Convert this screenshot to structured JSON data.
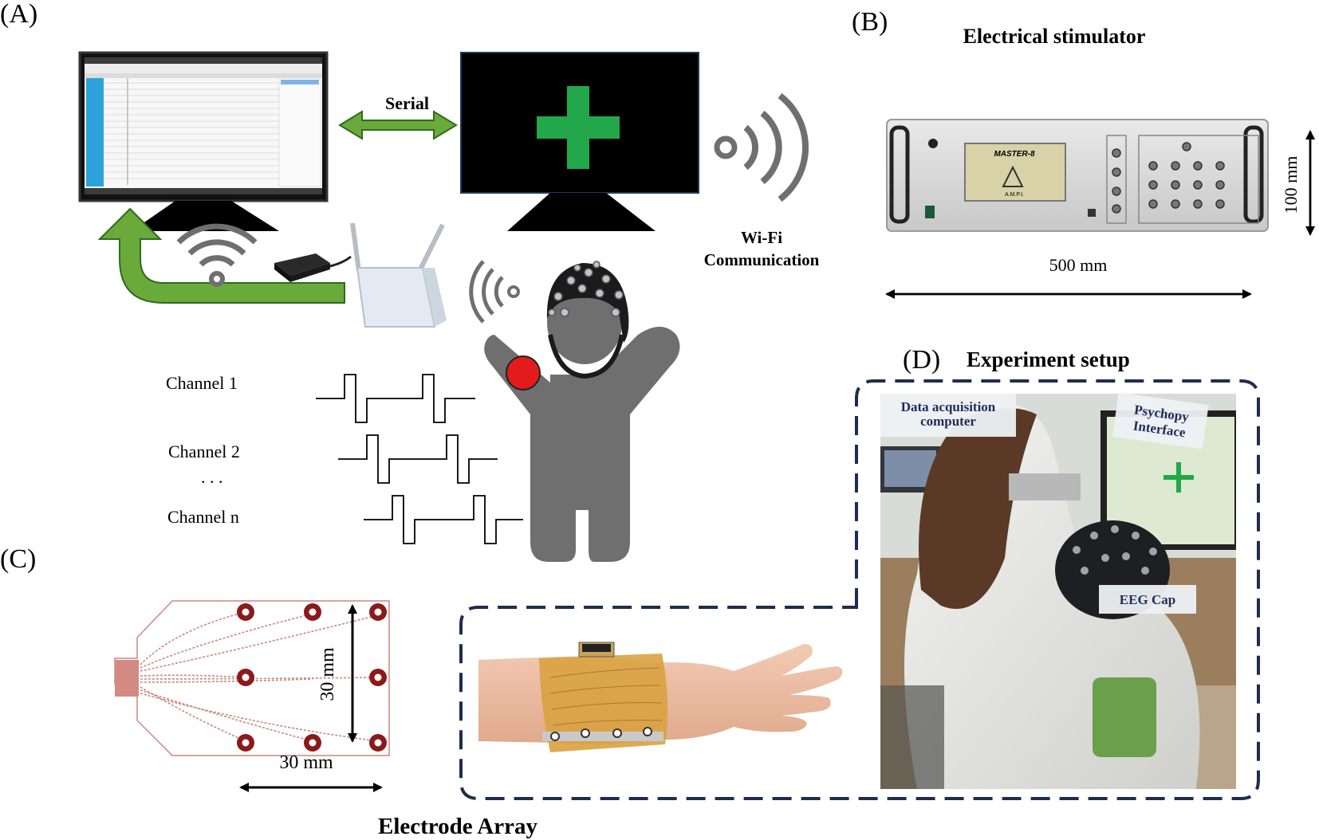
{
  "panels": {
    "a": "(A)",
    "b": "(B)",
    "c": "(C)",
    "d": "(D)"
  },
  "panel_a": {
    "serial_label": "Serial",
    "wifi_line1": "Wi-Fi",
    "wifi_line2": "Communication",
    "channels": [
      "Channel 1",
      "Channel 2",
      "Channel n"
    ],
    "ellipsis": ". . ."
  },
  "panel_b": {
    "title": "Electrical stimulator",
    "device_label": "MASTER-8",
    "device_sublabel": "A.M.P.I.",
    "width_label": "500 mm",
    "height_label": "100 mm"
  },
  "panel_c": {
    "width_label": "30 mm",
    "height_label": "30 mm",
    "caption": "Electrode Array"
  },
  "panel_d": {
    "title": "Experiment setup",
    "label_daq_line1": "Data acquisition",
    "label_daq_line2": "computer",
    "label_psy_line1": "Psychopy",
    "label_psy_line2": "Interface",
    "label_eeg": "EEG Cap"
  },
  "colors": {
    "green_arrow": "#6aaa3a",
    "fixation_cross": "#22a84a",
    "dashed_border": "#1f2d4d",
    "figure_gray": "#6f6f6f",
    "stim_dot": "#e31b1b",
    "electrode": "#8b1a1a",
    "pcb_trace": "#c98880"
  }
}
